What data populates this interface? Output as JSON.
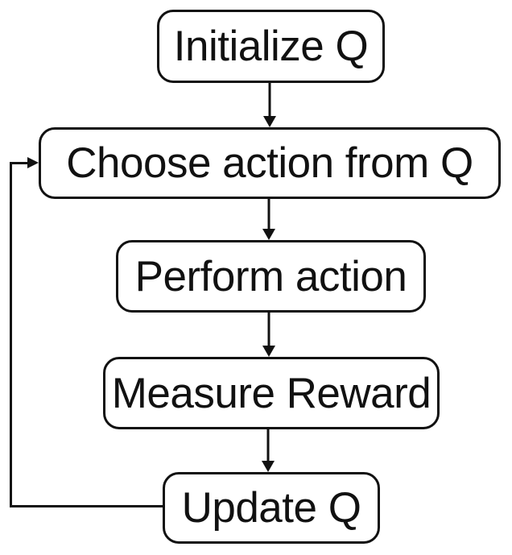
{
  "diagram": {
    "type": "flowchart",
    "background_color": "#ffffff",
    "stroke_color": "#111111",
    "text_color": "#111111",
    "nodes": [
      {
        "id": "initialize-q",
        "label": "Initialize Q"
      },
      {
        "id": "choose-action",
        "label": "Choose action from Q"
      },
      {
        "id": "perform-action",
        "label": "Perform action"
      },
      {
        "id": "measure-reward",
        "label": "Measure Reward"
      },
      {
        "id": "update-q",
        "label": "Update Q"
      }
    ],
    "edges": [
      {
        "from": "initialize-q",
        "to": "choose-action",
        "type": "arrow-down"
      },
      {
        "from": "choose-action",
        "to": "perform-action",
        "type": "arrow-down"
      },
      {
        "from": "perform-action",
        "to": "measure-reward",
        "type": "arrow-down"
      },
      {
        "from": "measure-reward",
        "to": "update-q",
        "type": "arrow-down"
      },
      {
        "from": "update-q",
        "to": "choose-action",
        "type": "feedback-loop-left"
      }
    ]
  }
}
